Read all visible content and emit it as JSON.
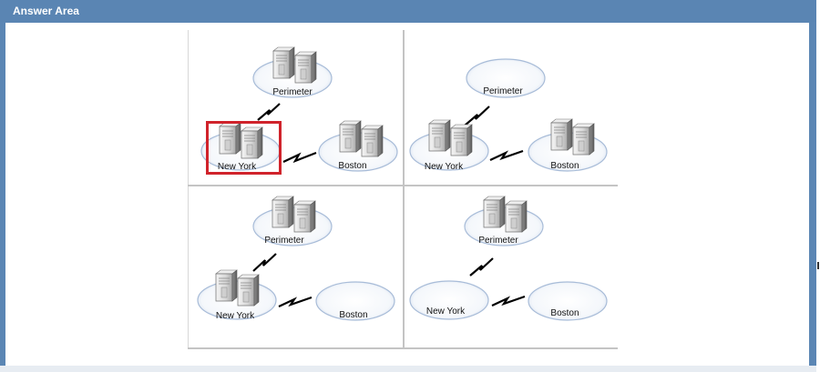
{
  "header": {
    "title": "Answer Area"
  },
  "quadrants": [
    {
      "id": "q1",
      "labels": {
        "perimeter": "Perimeter",
        "new_york": "New York",
        "boston": "Boston"
      },
      "servers": [
        "perimeter",
        "new_york",
        "boston"
      ],
      "selected": "new_york"
    },
    {
      "id": "q2",
      "labels": {
        "perimeter": "Perimeter",
        "new_york": "New York",
        "boston": "Boston"
      },
      "servers": [
        "new_york",
        "boston"
      ],
      "selected": null
    },
    {
      "id": "q3",
      "labels": {
        "perimeter": "Perimeter",
        "new_york": "New York",
        "boston": "Boston"
      },
      "servers": [
        "perimeter",
        "new_york"
      ],
      "selected": null
    },
    {
      "id": "q4",
      "labels": {
        "perimeter": "Perimeter",
        "new_york": "New York",
        "boston": "Boston"
      },
      "servers": [
        "perimeter"
      ],
      "selected": null
    }
  ],
  "colors": {
    "header_bg": "#5a85b3",
    "selection": "#d0232b",
    "ellipse_stroke": "#a8bcd8"
  }
}
